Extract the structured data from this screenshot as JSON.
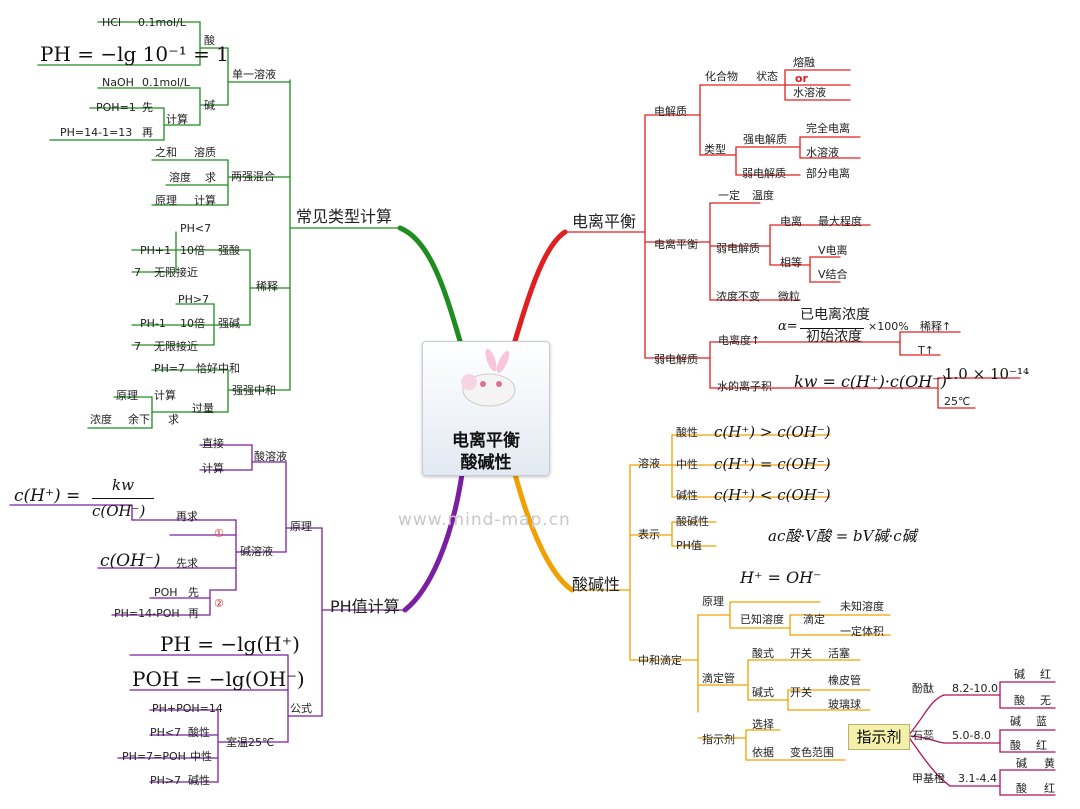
{
  "center": {
    "line1": "电离平衡",
    "line2": "酸碱性"
  },
  "watermark": "www.mind-map.cn",
  "branches": {
    "common": "常见类型计算",
    "ph": "PH值计算",
    "ionization": "电离平衡",
    "acidbase": "酸碱性"
  },
  "common": {
    "single": "单一溶液",
    "acid": "酸",
    "hcl": "HCl",
    "hcl_conc": "0.1mol/L",
    "ph_formula": "PH = −lg 10⁻¹ = 1",
    "base": "碱",
    "naoh": "NaOH",
    "naoh_conc": "0.1mol/L",
    "calc": "计算",
    "poh1": "POH=1",
    "first": "先",
    "ph13": "PH=14-1=13",
    "then": "再",
    "mix": "两强混合",
    "sum": "之和",
    "solute": "溶质",
    "conc": "溶度",
    "seek": "求",
    "principle": "原理",
    "calc2": "计算",
    "dilute": "稀释",
    "strong_acid": "强酸",
    "ph_lt7": "PH<7",
    "ph_plus1": "PH+1",
    "ten_times": "10倍",
    "seven": "7",
    "infinite": "无限接近",
    "strong_base": "强碱",
    "ph_gt7": "PH>7",
    "ph_minus1": "PH-1",
    "ten_times2": "10倍",
    "seven2": "7",
    "infinite2": "无限接近",
    "neutral_mix": "强强中和",
    "ph7": "PH=7",
    "just": "恰好中和",
    "principle2": "原理",
    "calc3": "计算",
    "excess": "过量",
    "conc2": "浓度",
    "remain": "余下",
    "seek2": "求"
  },
  "ph": {
    "principle": "原理",
    "acid_sol": "酸溶液",
    "direct": "直接",
    "calc": "计算",
    "base_sol": "碱溶液",
    "h_formula_left": "c(H⁺) =",
    "kw": "kw",
    "coh": "c(OH⁻)",
    "then_seek": "再求",
    "circle1": "①",
    "coh2": "c(OH⁻)",
    "first_seek": "先求",
    "circle2": "②",
    "poh": "POH",
    "first": "先",
    "ph14": "PH=14-POH",
    "then": "再",
    "formula": "公式",
    "ph_def": "PH = −lg(H⁺)",
    "poh_def": "POH = −lg(OH⁻)",
    "room": "室温25℃",
    "sum14": "PH+POH=14",
    "lt7": "PH<7",
    "acidic": "酸性",
    "eq7": "PH=7=POH",
    "neutral": "中性",
    "gt7": "PH>7",
    "basic": "碱性"
  },
  "ionization": {
    "electrolyte": "电解质",
    "compound": "化合物",
    "state": "状态",
    "melt": "熔融",
    "or": "or",
    "aqueous": "水溶液",
    "type": "类型",
    "strong": "强电解质",
    "full": "完全电离",
    "aqueous2": "水溶液",
    "weak": "弱电解质",
    "partial": "部分电离",
    "equilibrium": "电离平衡",
    "fixed": "一定",
    "temp": "温度",
    "weak2": "弱电解质",
    "ionize": "电离",
    "max": "最大程度",
    "equal": "相等",
    "v_ion": "V电离",
    "v_comb": "V结合",
    "conc_const": "浓度不变",
    "particles": "微粒",
    "weak3": "弱电解质",
    "degree": "电离度↑",
    "alpha": "α=",
    "ionized_conc": "已电离浓度",
    "initial_conc": "初始浓度",
    "times100": "×100%",
    "dilute": "稀释↑",
    "t_up": "T↑",
    "water_ion": "水的离子积",
    "kw_formula": "kw = c(H⁺)·c(OH⁻)",
    "kw_value": "1.0 × 10⁻¹⁴",
    "temp25": "25℃"
  },
  "acidbase": {
    "solution": "溶液",
    "acidic": "酸性",
    "acidic_f": "c(H⁺) > c(OH⁻)",
    "neutral": "中性",
    "neutral_f": "c(H⁺) = c(OH⁻)",
    "basic": "碱性",
    "basic_f": "c(H⁺) < c(OH⁻)",
    "express": "表示",
    "acid_base": "酸碱性",
    "ph_value": "PH值",
    "titration_f": "ac酸·V酸 = bV碱·c碱",
    "neutral_titration": "中和滴定",
    "principle": "原理",
    "h_oh": "H⁺ = OH⁻",
    "known": "已知溶度",
    "titrate": "滴定",
    "unknown": "未知溶度",
    "fixed_vol": "一定体积",
    "burette": "滴定管",
    "acid_type": "酸式",
    "switch": "开关",
    "piston": "活塞",
    "base_type": "碱式",
    "switch2": "开关",
    "rubber": "橡皮管",
    "glass": "玻璃球",
    "indicator": "指示剂",
    "select": "选择",
    "basis": "依据",
    "color_range": "变色范围"
  },
  "indicators": {
    "label": "指示剂",
    "items": [
      {
        "name": "酚酞",
        "range": "8.2-10.0",
        "c1": "碱",
        "v1": "红",
        "c2": "酸",
        "v2": "无"
      },
      {
        "name": "石蕊",
        "range": "5.0-8.0",
        "c1": "碱",
        "v1": "蓝",
        "c2": "酸",
        "v2": "红"
      },
      {
        "name": "甲基橙",
        "range": "3.1-4.4",
        "c1": "碱",
        "v1": "黄",
        "c2": "酸",
        "v2": "红"
      }
    ]
  },
  "colors": {
    "common": "#1e8c1e",
    "ph": "#7b1fa2",
    "ionization": "#e02020",
    "acidbase": "#f0a000",
    "indicator": "#b0105a"
  }
}
